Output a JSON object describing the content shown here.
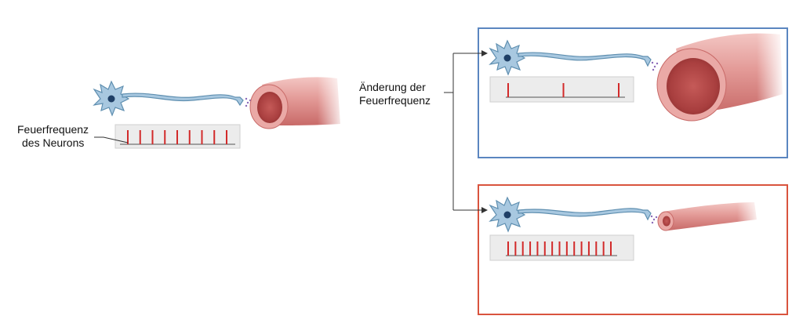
{
  "labels": {
    "firing_rate_line1": "Feuerfrequenz",
    "firing_rate_line2": "des Neurons",
    "change_line1": "Änderung der",
    "change_line2": "Feuerfrequenz"
  },
  "panels": {
    "baseline": {
      "spike_count": 9,
      "vessel": "normal"
    },
    "decrease": {
      "spike_count": 3,
      "vessel": "dilated",
      "frame_color": "#5b86c0"
    },
    "increase": {
      "spike_count": 15,
      "vessel": "constricted",
      "frame_color": "#d9543e"
    }
  },
  "colors": {
    "neuron_fill": "#a8c8e0",
    "neuron_stroke": "#5f8fb0",
    "nucleus": "#1f3f66",
    "spike": "#d22a2a",
    "strip_bg": "#ececec",
    "vessel_outer": "#e08c8a",
    "vessel_inner": "#b84848"
  }
}
